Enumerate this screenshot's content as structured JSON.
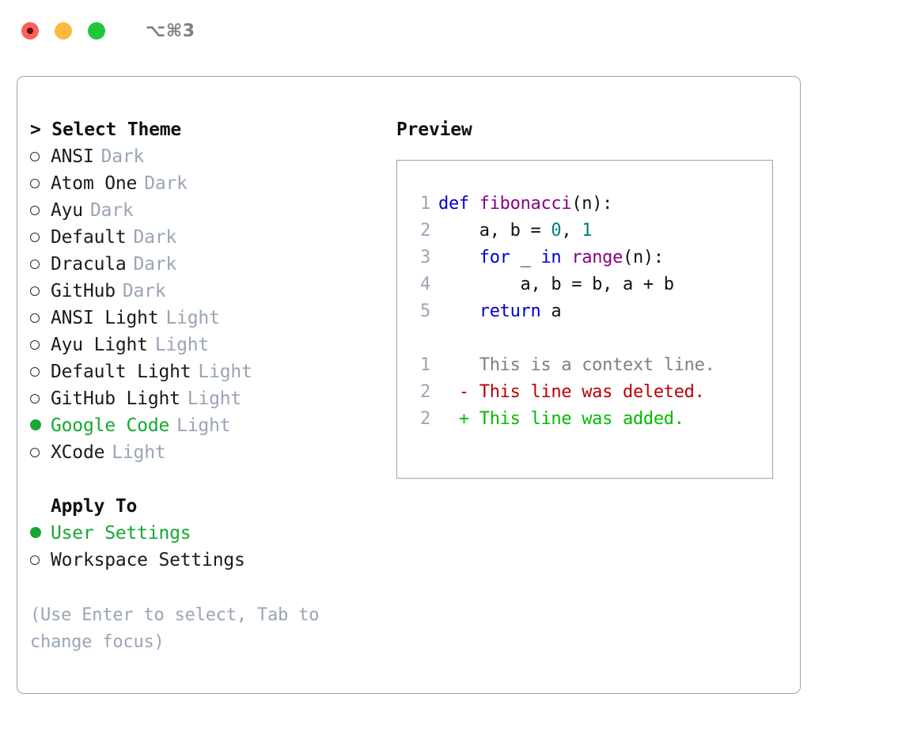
{
  "titlebar": {
    "shortcut": "⌥⌘3",
    "lights": [
      {
        "name": "close",
        "color": "#fb605c"
      },
      {
        "name": "minimize",
        "color": "#fcbb40"
      },
      {
        "name": "zoom",
        "color": "#21c63b"
      }
    ]
  },
  "theme_picker": {
    "prompt": "> Select Theme",
    "options": [
      {
        "marker": "o",
        "label": "ANSI",
        "badge": "Dark",
        "selected": false
      },
      {
        "marker": "o",
        "label": "Atom One",
        "badge": "Dark",
        "selected": false
      },
      {
        "marker": "o",
        "label": "Ayu",
        "badge": "Dark",
        "selected": false
      },
      {
        "marker": "o",
        "label": "Default",
        "badge": "Dark",
        "selected": false
      },
      {
        "marker": "o",
        "label": "Dracula",
        "badge": "Dark",
        "selected": false
      },
      {
        "marker": "o",
        "label": "GitHub",
        "badge": "Dark",
        "selected": false
      },
      {
        "marker": "o",
        "label": "ANSI Light",
        "badge": "Light",
        "selected": false
      },
      {
        "marker": "o",
        "label": "Ayu Light",
        "badge": "Light",
        "selected": false
      },
      {
        "marker": "o",
        "label": "Default Light",
        "badge": "Light",
        "selected": false
      },
      {
        "marker": "o",
        "label": "GitHub Light",
        "badge": "Light",
        "selected": false
      },
      {
        "marker": "●",
        "label": "Google Code",
        "badge": "Light",
        "selected": true
      },
      {
        "marker": "o",
        "label": "XCode",
        "badge": "Light",
        "selected": false
      }
    ]
  },
  "apply_to": {
    "heading": "Apply To",
    "options": [
      {
        "label": "User Settings",
        "selected": true
      },
      {
        "label": "Workspace Settings",
        "selected": false
      }
    ]
  },
  "hint": "(Use Enter to select, Tab to change focus)",
  "preview": {
    "title": "Preview",
    "code_lines": [
      {
        "num": "1",
        "tokens": [
          {
            "t": "def",
            "c": "kw"
          },
          {
            "t": " ",
            "c": "p"
          },
          {
            "t": "fibonacci",
            "c": "fn"
          },
          {
            "t": "(n):",
            "c": "p"
          }
        ]
      },
      {
        "num": "2",
        "tokens": [
          {
            "t": "    a, b = ",
            "c": "txt"
          },
          {
            "t": "0",
            "c": "num"
          },
          {
            "t": ", ",
            "c": "txt"
          },
          {
            "t": "1",
            "c": "num"
          }
        ]
      },
      {
        "num": "3",
        "tokens": [
          {
            "t": "    ",
            "c": "txt"
          },
          {
            "t": "for",
            "c": "kw"
          },
          {
            "t": " _ ",
            "c": "txt"
          },
          {
            "t": "in",
            "c": "kw"
          },
          {
            "t": " ",
            "c": "txt"
          },
          {
            "t": "range",
            "c": "fn"
          },
          {
            "t": "(n):",
            "c": "p"
          }
        ]
      },
      {
        "num": "4",
        "tokens": [
          {
            "t": "        a, b = b, a + b",
            "c": "txt"
          }
        ]
      },
      {
        "num": "5",
        "tokens": [
          {
            "t": "    ",
            "c": "txt"
          },
          {
            "t": "return",
            "c": "kw"
          },
          {
            "t": " a",
            "c": "txt"
          }
        ]
      }
    ],
    "diff_lines": [
      {
        "num": "1",
        "sign": "  ",
        "text": "This is a context line.",
        "kind": "ctx"
      },
      {
        "num": "2",
        "sign": "- ",
        "text": "This line was deleted.",
        "kind": "del"
      },
      {
        "num": "2",
        "sign": "+ ",
        "text": "This line was added.",
        "kind": "add"
      }
    ]
  },
  "colors": {
    "accent_green": "#16a832",
    "muted": "#9aa5b4",
    "keyword": "#0000cc",
    "function": "#880088",
    "number": "#008080",
    "diff_add": "#00bb00",
    "diff_del": "#bb0000",
    "diff_ctx": "#808080"
  }
}
